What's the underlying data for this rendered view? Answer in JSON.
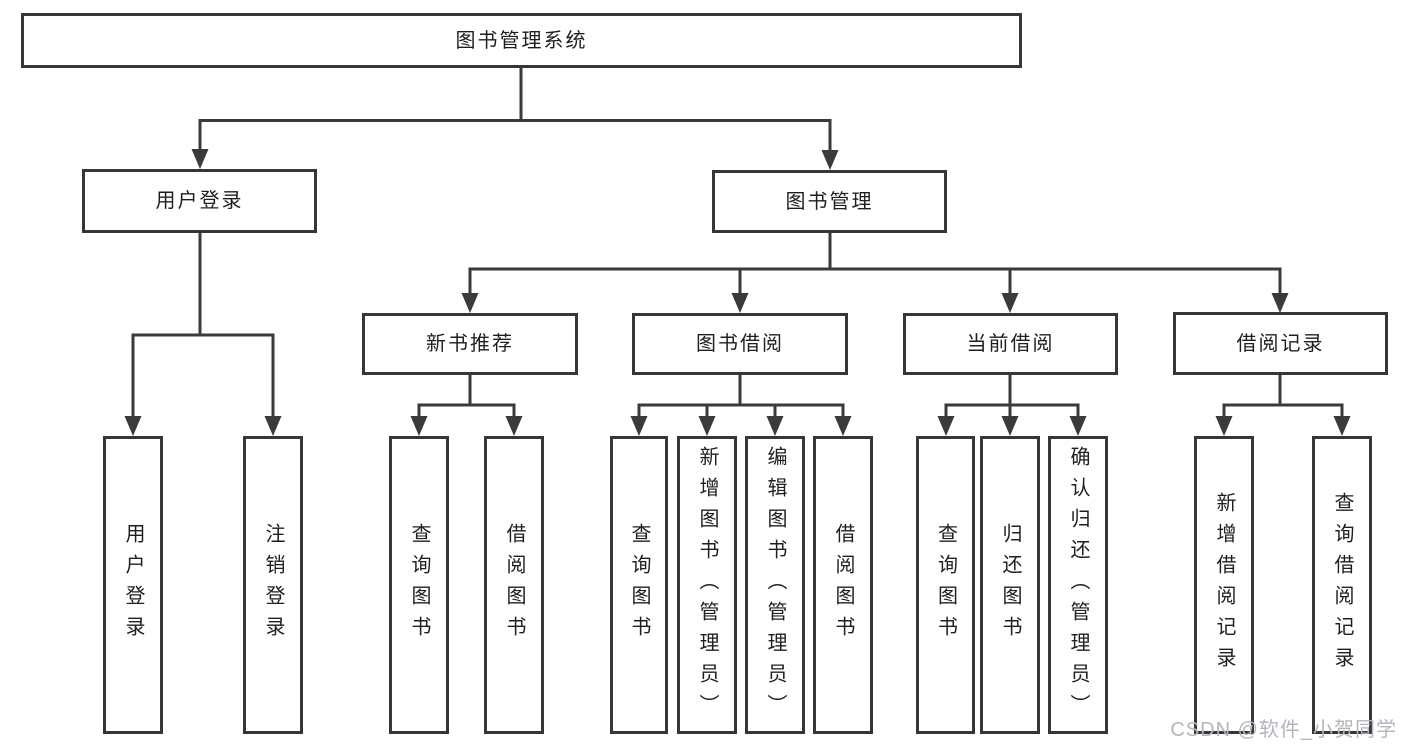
{
  "diagram": {
    "root": "图书管理系统",
    "branches": [
      {
        "label": "用户登录",
        "leaves": [
          "用户登录",
          "注销登录"
        ]
      },
      {
        "label": "图书管理",
        "groups": [
          {
            "label": "新书推荐",
            "leaves": [
              "查询图书",
              "借阅图书"
            ]
          },
          {
            "label": "图书借阅",
            "leaves": [
              "查询图书",
              "新增图书（管理员）",
              "编辑图书（管理员）",
              "借阅图书"
            ]
          },
          {
            "label": "当前借阅",
            "leaves": [
              "查询图书",
              "归还图书",
              "确认归还（管理员）"
            ]
          },
          {
            "label": "借阅记录",
            "leaves": [
              "新增借阅记录",
              "查询借阅记录"
            ]
          }
        ]
      }
    ]
  },
  "watermark": "CSDN @软件_小贺同学",
  "colors": {
    "line": "#3a3a3a",
    "border": "#363636",
    "text": "#1f1f1f",
    "watermark": "#b4b4bc"
  }
}
